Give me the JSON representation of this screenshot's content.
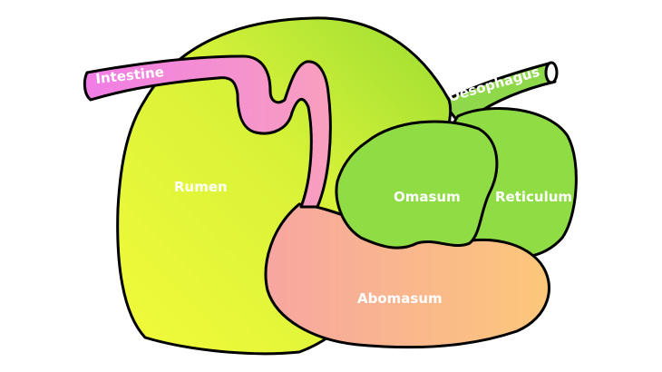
{
  "diagram": {
    "labels": {
      "intestine": "Intestine",
      "oesophagus": "Oesophagus",
      "rumen": "Rumen",
      "omasum": "Omasum",
      "reticulum": "Reticulum",
      "abomasum": "Abomasum"
    },
    "colors": {
      "rumen_light": "#f2fa3a",
      "rumen_mid": "#d8f238",
      "rumen_dark": "#99dd33",
      "omasum": "#8fdc45",
      "reticulum": "#8fdc45",
      "abomasum_left": "#f7a6a0",
      "abomasum_right": "#fcc77a",
      "intestine_pink": "#f07de6",
      "intestine_tube": "#f89fbe",
      "oesophagus": "#8ed84a",
      "label_text": "#ffffff",
      "outline": "#000000"
    }
  }
}
